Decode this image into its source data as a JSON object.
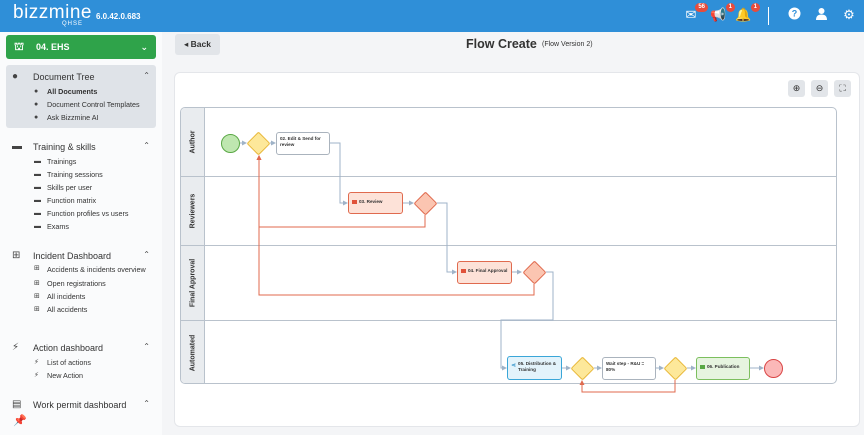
{
  "app": {
    "logo": "bizzmine",
    "logo_sub": "QHSE",
    "version": "6.0.42.0.683"
  },
  "topbar": {
    "mail_badge": "56",
    "announce_badge": "1",
    "bell_badge": "1",
    "icons": [
      "mail-icon",
      "megaphone-icon",
      "bell-icon",
      "help-icon",
      "user-icon",
      "gear-icon"
    ]
  },
  "sidebar": {
    "module": "04. EHS",
    "sections": [
      {
        "title": "Document Tree",
        "active": true,
        "items": [
          "All Documents",
          "Document Control Templates",
          "Ask Bizzmine AI"
        ]
      },
      {
        "title": "Training & skills",
        "items": [
          "Trainings",
          "Training sessions",
          "Skills per user",
          "Function matrix",
          "Function profiles vs users",
          "Exams"
        ]
      },
      {
        "title": "Incident Dashboard",
        "items": [
          "Accidents & incidents overview",
          "Open registrations",
          "All incidents",
          "All accidents"
        ]
      },
      {
        "title": "Action dashboard",
        "items": [
          "List of actions",
          "New Action"
        ]
      },
      {
        "title": "Work permit dashboard",
        "items": []
      }
    ]
  },
  "header": {
    "back_label": "Back",
    "title": "Flow Create",
    "subtitle": "(Flow Version 2)"
  },
  "flow": {
    "lanes": [
      "Author",
      "Reviewers",
      "Final Approval",
      "Automated"
    ],
    "tasks": {
      "edit": "02. Edit & Send for review",
      "review": "03. Review",
      "approval": "04. Final Approval",
      "distribution": "05. Distribution & Training",
      "wait": "Wait step - R&U = 80%",
      "publication": "06. Publication"
    }
  },
  "colors": {
    "topbar": "#2f8fd8",
    "module": "#2fa34a",
    "reject_flow": "#e06a4e",
    "flow": "#9fb3c8"
  }
}
